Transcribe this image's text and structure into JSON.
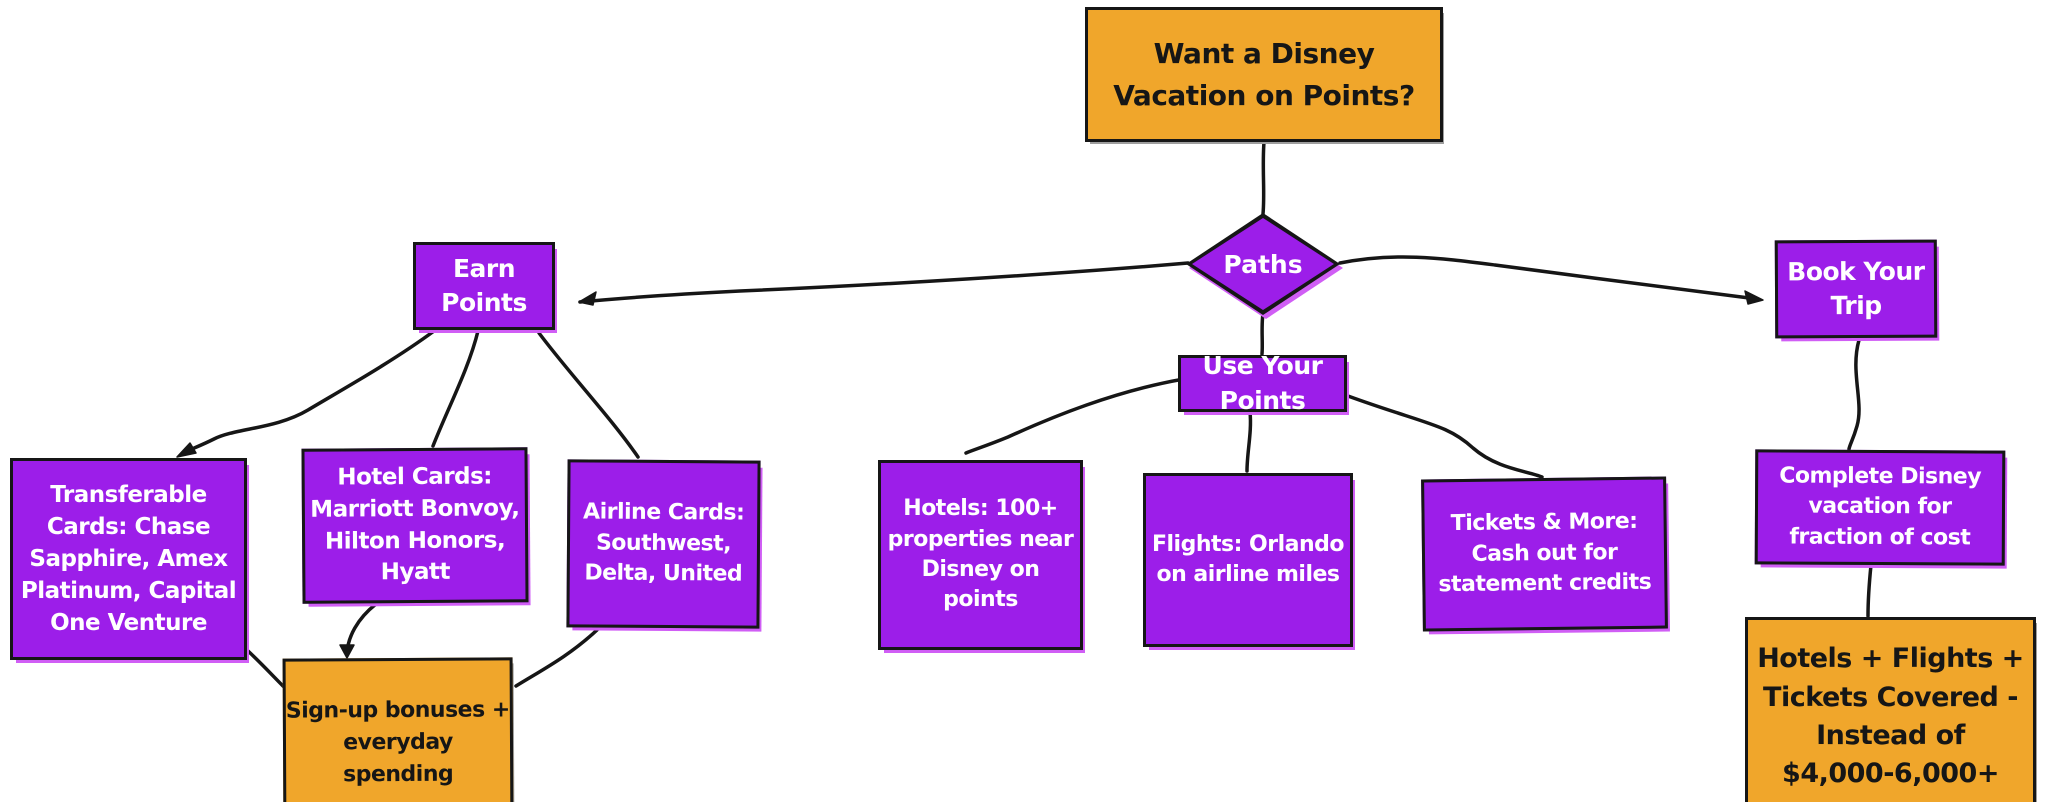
{
  "colors": {
    "purple": "#9c1ee9",
    "purple-fringe": "#d05ef5",
    "orange": "#f0a62b",
    "ink": "#161616",
    "label-on-purple": "#ffffff",
    "label-on-orange": "#161616",
    "background": "#ffffff"
  },
  "diagram": {
    "nodes": {
      "root": {
        "label": "Want a Disney\nVacation on Points?",
        "shape": "rectangle",
        "color": "orange"
      },
      "paths": {
        "label": "Paths",
        "shape": "diamond",
        "color": "purple"
      },
      "earn": {
        "label": "Earn\nPoints",
        "shape": "rectangle",
        "color": "purple"
      },
      "book": {
        "label": "Book Your\nTrip",
        "shape": "rectangle",
        "color": "purple"
      },
      "use": {
        "label": "Use Your\nPoints",
        "shape": "rectangle",
        "color": "purple"
      },
      "transferable": {
        "label": "Transferable\nCards: Chase\nSapphire, Amex\nPlatinum, Capital\nOne Venture",
        "shape": "rectangle",
        "color": "purple"
      },
      "hotel_cards": {
        "label": "Hotel Cards:\nMarriott Bonvoy,\nHilton Honors,\nHyatt",
        "shape": "rectangle",
        "color": "purple"
      },
      "airline_cards": {
        "label": "Airline Cards:\nSouthwest,\nDelta, United",
        "shape": "rectangle",
        "color": "purple"
      },
      "signup": {
        "label": "Sign-up bonuses +\neveryday\nspending",
        "shape": "rectangle",
        "color": "orange"
      },
      "hotels": {
        "label": "Hotels: 100+\nproperties near\nDisney on\npoints",
        "shape": "rectangle",
        "color": "purple"
      },
      "flights": {
        "label": "Flights: Orlando\non airline miles",
        "shape": "rectangle",
        "color": "purple"
      },
      "tickets": {
        "label": "Tickets & More:\nCash out for\nstatement credits",
        "shape": "rectangle",
        "color": "purple"
      },
      "complete": {
        "label": "Complete Disney\nvacation for\nfraction of cost",
        "shape": "rectangle",
        "color": "purple"
      },
      "covered": {
        "label": "Hotels + Flights +\nTickets Covered -\nInstead of\n$4,000-6,000+",
        "shape": "rectangle",
        "color": "orange"
      }
    },
    "edges": [
      {
        "from": "root",
        "to": "paths"
      },
      {
        "from": "paths",
        "to": "earn"
      },
      {
        "from": "paths",
        "to": "book"
      },
      {
        "from": "paths",
        "to": "use"
      },
      {
        "from": "earn",
        "to": "transferable"
      },
      {
        "from": "earn",
        "to": "hotel_cards"
      },
      {
        "from": "earn",
        "to": "airline_cards"
      },
      {
        "from": "transferable",
        "to": "signup"
      },
      {
        "from": "hotel_cards",
        "to": "signup"
      },
      {
        "from": "airline_cards",
        "to": "signup"
      },
      {
        "from": "use",
        "to": "hotels"
      },
      {
        "from": "use",
        "to": "flights"
      },
      {
        "from": "use",
        "to": "tickets"
      },
      {
        "from": "book",
        "to": "complete"
      },
      {
        "from": "complete",
        "to": "covered"
      }
    ]
  }
}
